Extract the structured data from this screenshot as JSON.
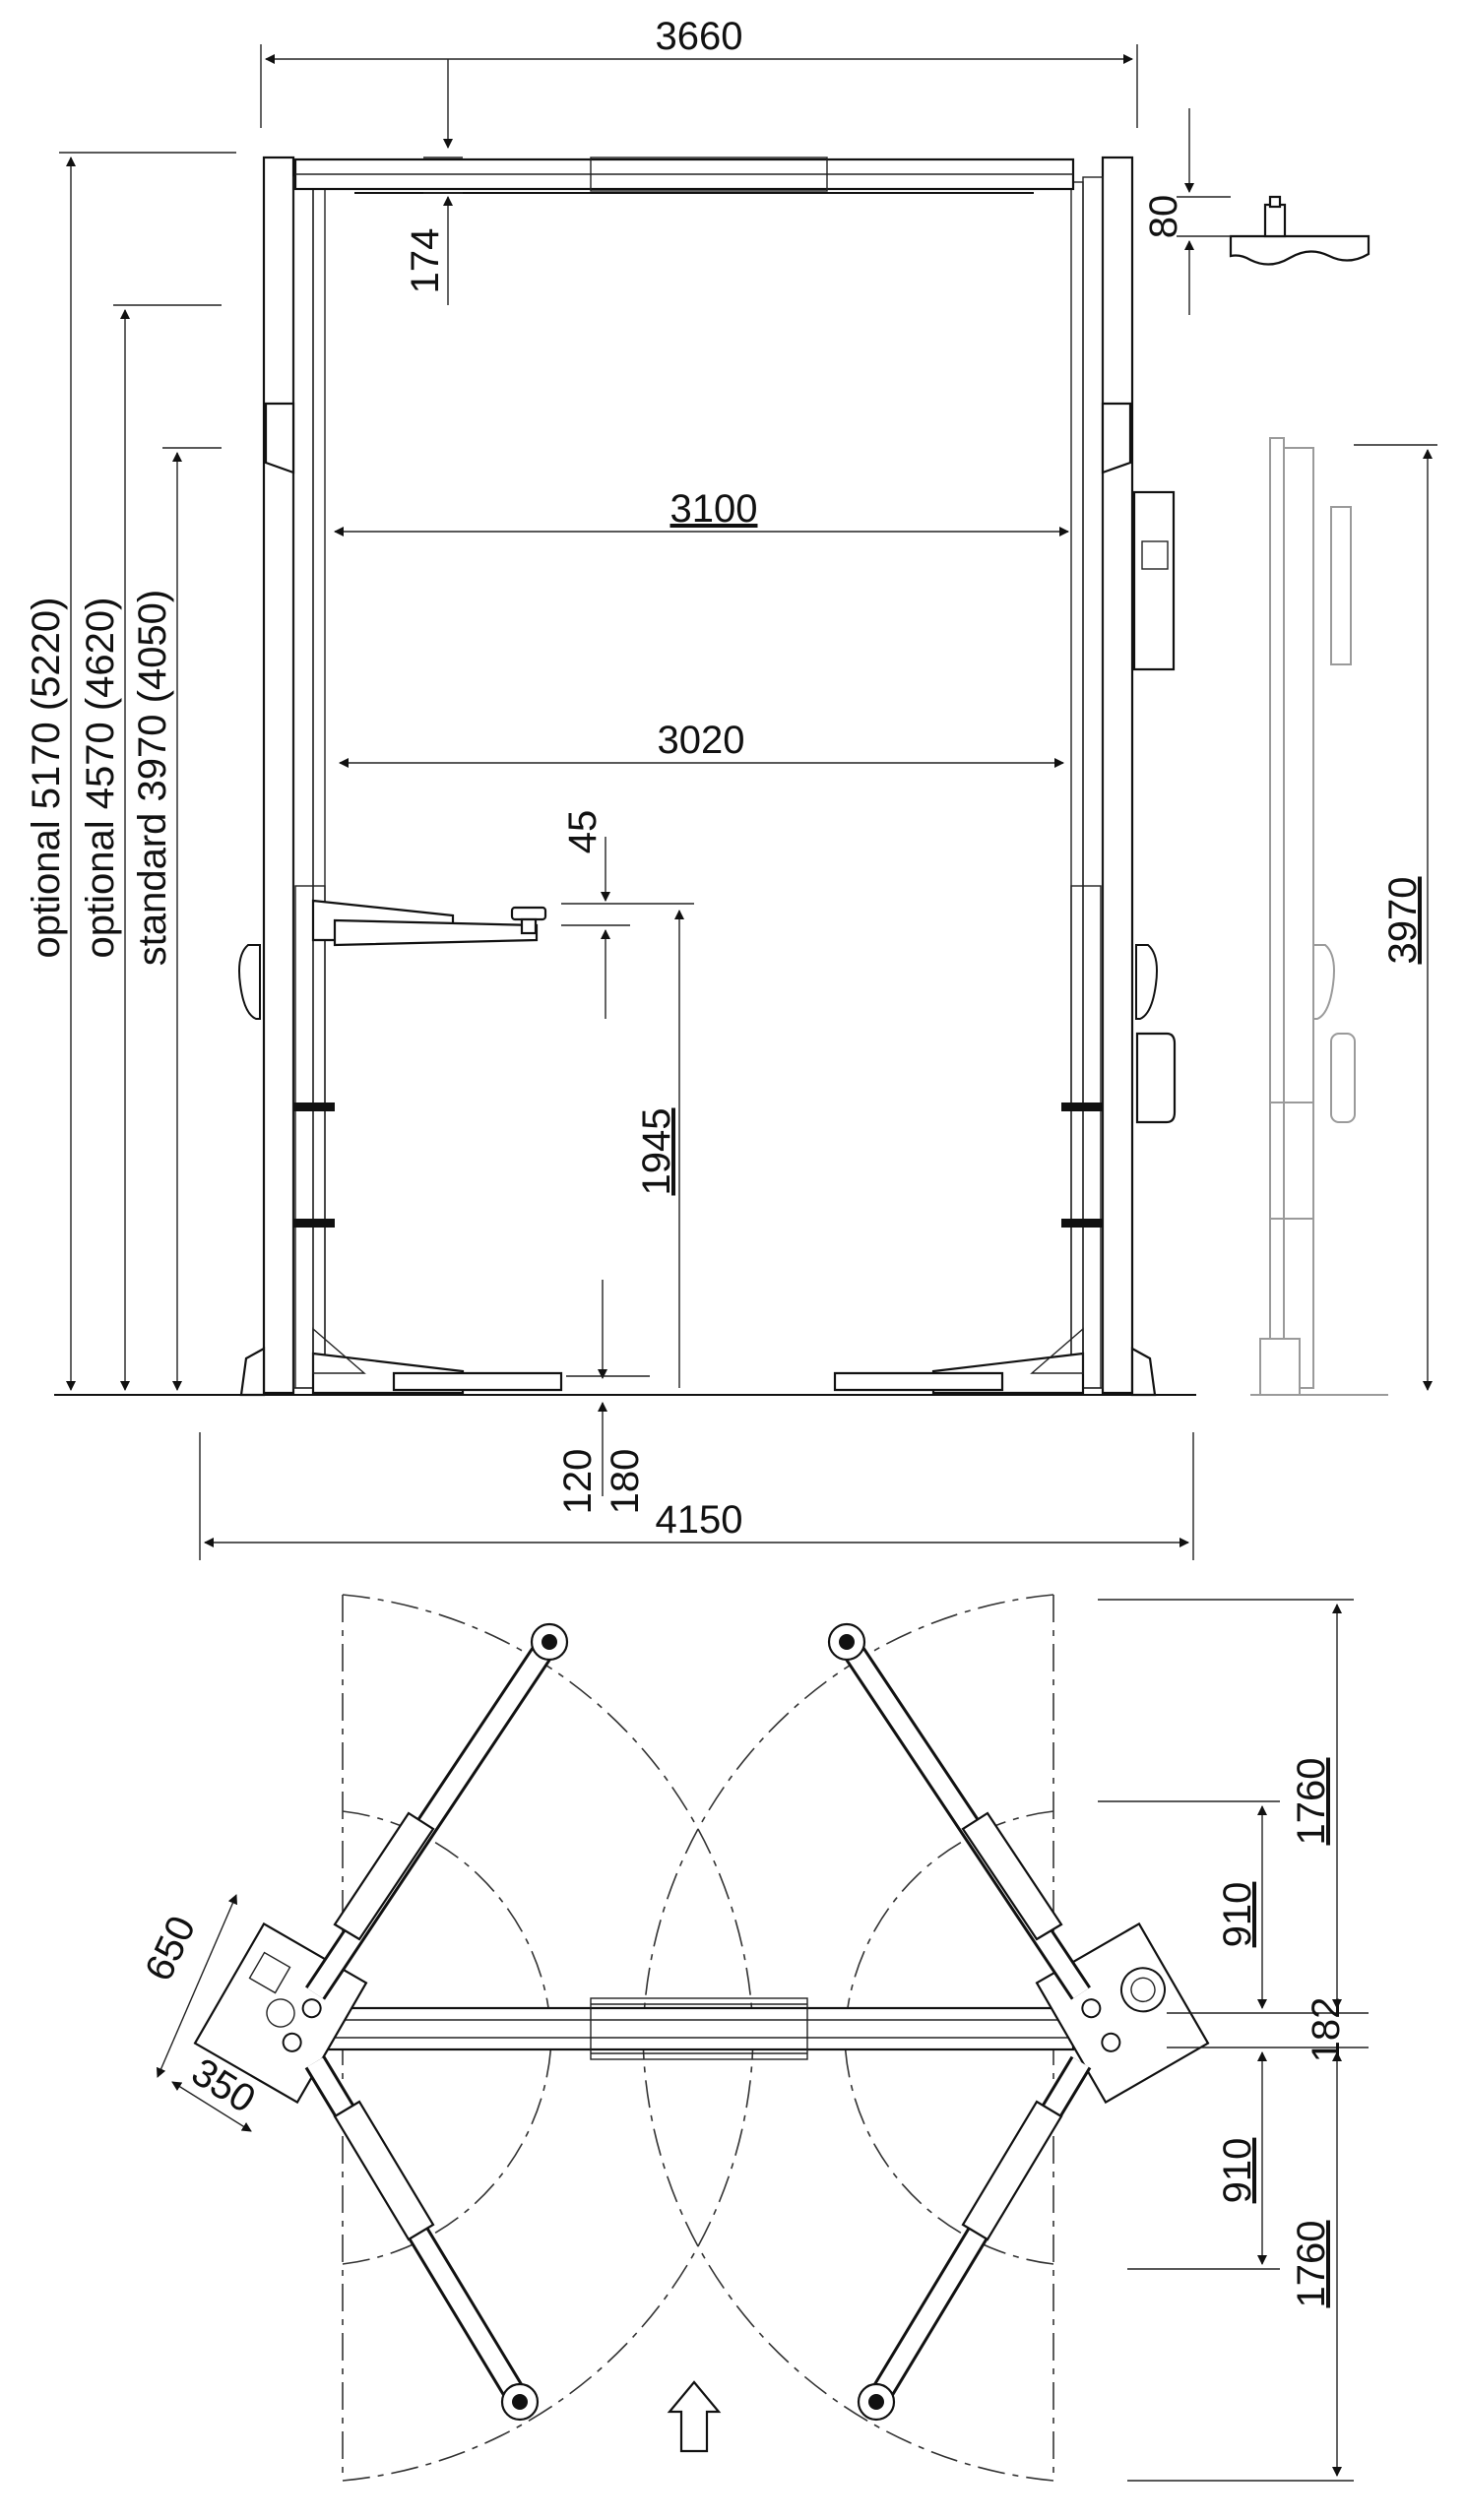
{
  "front_view": {
    "overall_width": "3660",
    "crossbeam_height": "174",
    "arm_clearance": "80",
    "inner_width_top": "3100",
    "inner_width_bottom": "3020",
    "pad_height_step": "45",
    "lifting_height": "1945",
    "min_pad_height_a": "120",
    "min_pad_height_b": "180",
    "base_width": "4150",
    "height_optional_1": "optional 5170 (5220)",
    "height_optional_2": "optional 4570 (4620)",
    "height_standard": "standard 3970 (4050)",
    "side_view_height": "3970"
  },
  "top_view": {
    "arm_reach_upper": "1760",
    "arm_reach_lower": "1760",
    "arm_min_upper": "910",
    "arm_min_lower": "910",
    "column_offset": "182",
    "column_depth": "650",
    "column_width": "350"
  },
  "colors": {
    "line": "#111111",
    "ghost": "#9a9a9a"
  }
}
